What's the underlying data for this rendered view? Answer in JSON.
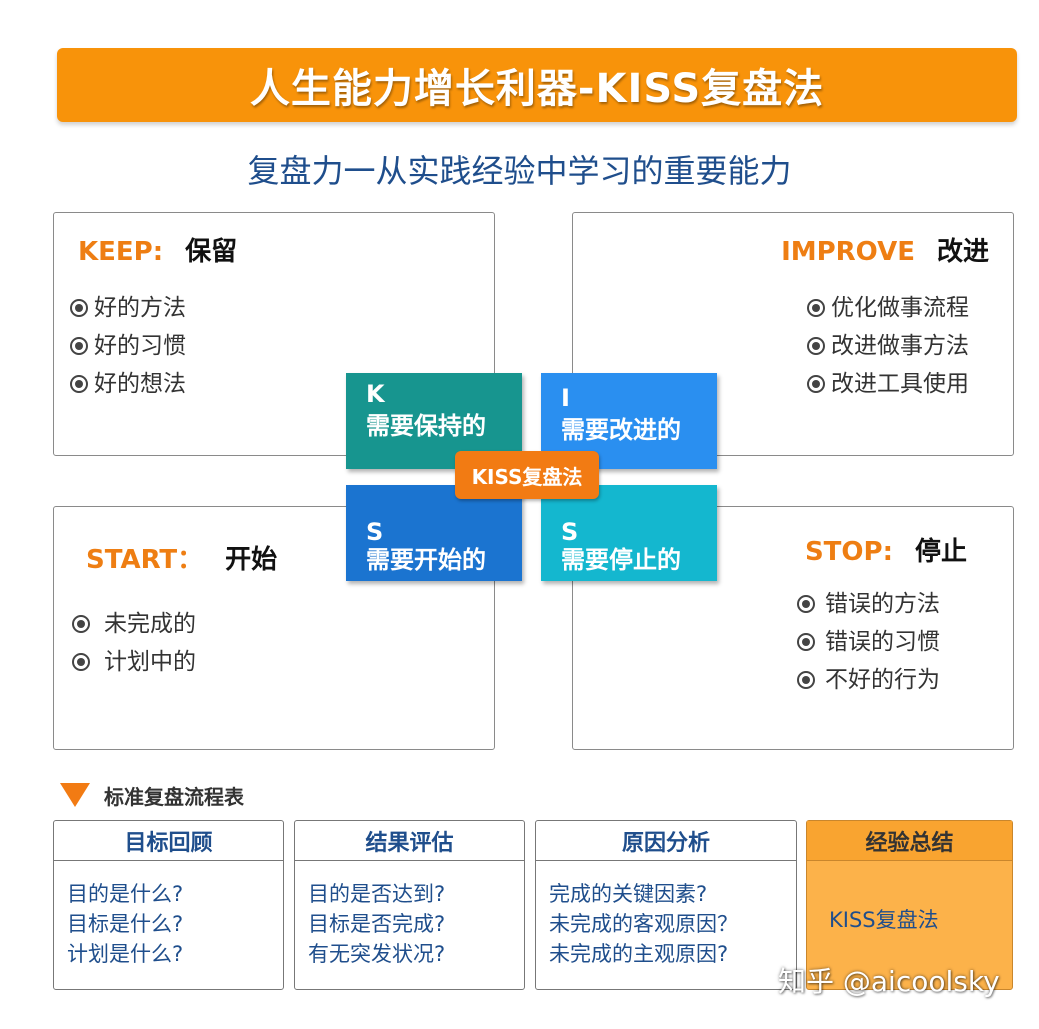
{
  "banner": {
    "title": "人生能力增长利器-KISS复盘法"
  },
  "subtitle": "复盘力一从实践经验中学习的重要能力",
  "quadrants": {
    "keep": {
      "en": "KEEP:",
      "zh": "保留",
      "items": [
        "好的方法",
        "好的习惯",
        "好的想法"
      ]
    },
    "improve": {
      "en": "IMPROVE",
      "zh": "改进",
      "items": [
        "优化做事流程",
        "改进做事方法",
        "改进工具使用"
      ]
    },
    "start": {
      "en": "START：",
      "zh": "开始",
      "items": [
        "未完成的",
        "计划中的"
      ]
    },
    "stop": {
      "en": "STOP:",
      "zh": "停止",
      "items": [
        "错误的方法",
        "错误的习惯",
        "不好的行为"
      ]
    }
  },
  "tiles": {
    "k": {
      "letter": "K",
      "label": "需要保持的"
    },
    "i": {
      "letter": "I",
      "label": "需要改进的"
    },
    "s1": {
      "letter": "S",
      "label": "需要开始的"
    },
    "s2": {
      "letter": "S",
      "label": "需要停止的"
    }
  },
  "center": "KISS复盘法",
  "flow": {
    "label": "标准复盘流程表",
    "steps": [
      {
        "title": "目标回顾",
        "lines": [
          "目的是什么?",
          "目标是什么?",
          "计划是什么?"
        ]
      },
      {
        "title": "结果评估",
        "lines": [
          "目的是否达到?",
          "目标是否完成?",
          "有无突发状况?"
        ]
      },
      {
        "title": "原因分析",
        "lines": [
          "完成的关键因素?",
          "未完成的客观原因？",
          "未完成的主观原因?"
        ]
      },
      {
        "title": "经验总结",
        "lines": [
          "KISS复盘法"
        ]
      }
    ]
  },
  "watermark": "知乎 @aicoolsky",
  "colors": {
    "banner": "#f8930a",
    "accent_orange": "#ee7e13",
    "navy_text": "#1f4e8c",
    "tile_k": "#17958f",
    "tile_i": "#2a8ff0",
    "tile_s1": "#1b74d0",
    "tile_s2": "#14b7cf"
  }
}
